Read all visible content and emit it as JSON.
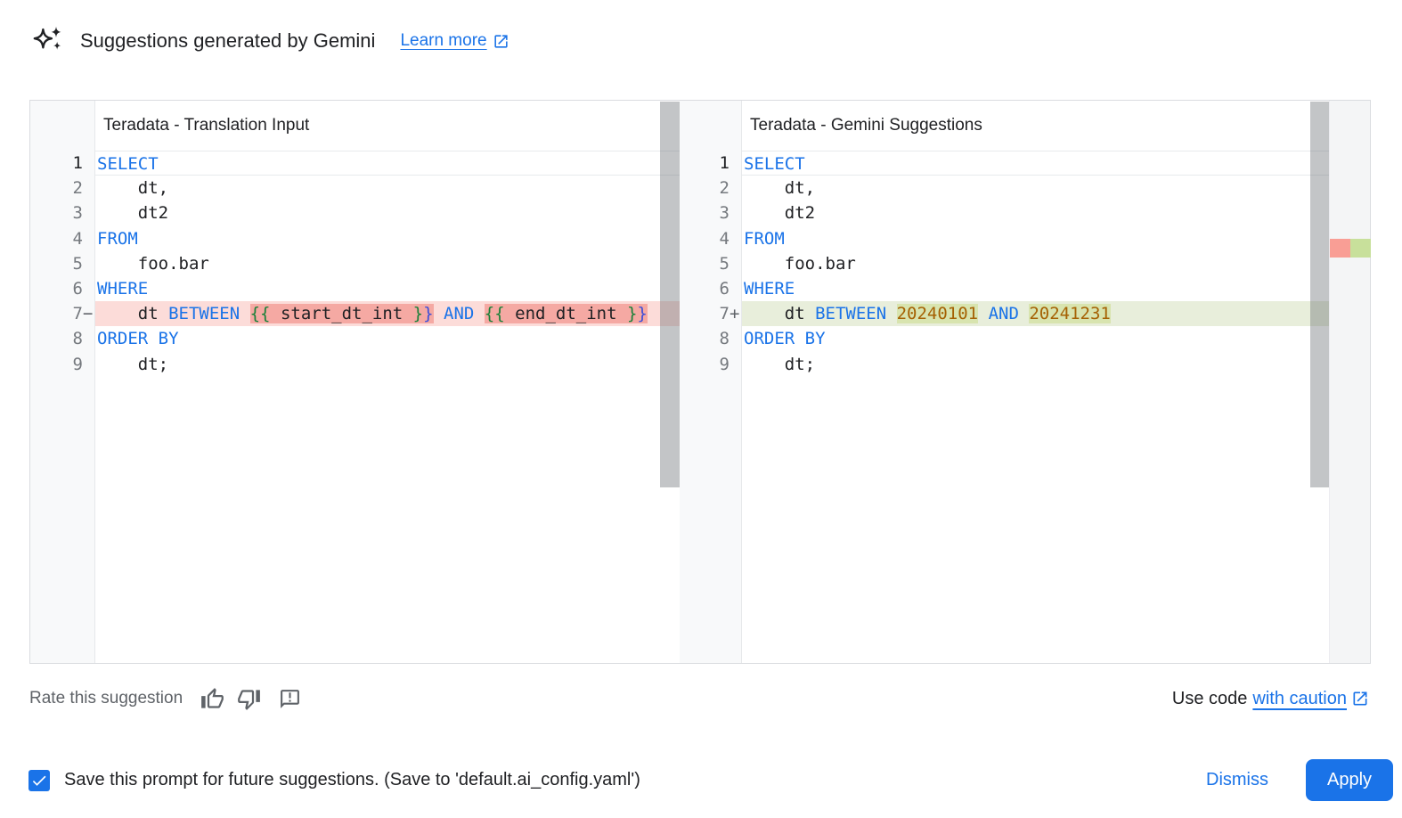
{
  "header": {
    "title": "Suggestions generated by Gemini",
    "learn_more_label": "Learn more"
  },
  "diff": {
    "left": {
      "title": "Teradata - Translation Input",
      "lines": [
        {
          "num": "1",
          "sign": "",
          "current": true,
          "segs": [
            {
              "t": "SELECT",
              "c": "kw"
            }
          ]
        },
        {
          "num": "2",
          "sign": "",
          "segs": [
            {
              "t": "    dt,",
              "c": "pl"
            }
          ]
        },
        {
          "num": "3",
          "sign": "",
          "segs": [
            {
              "t": "    dt2",
              "c": "pl"
            }
          ]
        },
        {
          "num": "4",
          "sign": "",
          "segs": [
            {
              "t": "FROM",
              "c": "kw"
            }
          ]
        },
        {
          "num": "5",
          "sign": "",
          "segs": [
            {
              "t": "    foo.bar",
              "c": "pl"
            }
          ]
        },
        {
          "num": "6",
          "sign": "",
          "segs": [
            {
              "t": "WHERE",
              "c": "kw"
            }
          ]
        },
        {
          "num": "7",
          "sign": "−",
          "type": "removed",
          "segs": [
            {
              "t": "    dt ",
              "c": "pl"
            },
            {
              "t": "BETWEEN",
              "c": "kw"
            },
            {
              "t": " ",
              "c": "pl"
            },
            {
              "t": "{{",
              "c": "bg",
              "hl": true
            },
            {
              "t": " start_dt_int ",
              "c": "pl",
              "hl": true
            },
            {
              "t": "}",
              "c": "bg",
              "hl": true
            },
            {
              "t": "}",
              "c": "bb",
              "hl": true
            },
            {
              "t": " ",
              "c": "pl"
            },
            {
              "t": "AND",
              "c": "kw"
            },
            {
              "t": " ",
              "c": "pl"
            },
            {
              "t": "{{",
              "c": "bg",
              "hl": true
            },
            {
              "t": " end_dt_int ",
              "c": "pl",
              "hl": true
            },
            {
              "t": "}",
              "c": "bg",
              "hl": true
            },
            {
              "t": "}",
              "c": "bb",
              "hl": true
            }
          ]
        },
        {
          "num": "8",
          "sign": "",
          "segs": [
            {
              "t": "ORDER BY",
              "c": "kw"
            }
          ]
        },
        {
          "num": "9",
          "sign": "",
          "segs": [
            {
              "t": "    dt;",
              "c": "pl"
            }
          ]
        }
      ]
    },
    "right": {
      "title": "Teradata - Gemini Suggestions",
      "lines": [
        {
          "num": "1",
          "sign": "",
          "current": true,
          "segs": [
            {
              "t": "SELECT",
              "c": "kw"
            }
          ]
        },
        {
          "num": "2",
          "sign": "",
          "segs": [
            {
              "t": "    dt,",
              "c": "pl"
            }
          ]
        },
        {
          "num": "3",
          "sign": "",
          "segs": [
            {
              "t": "    dt2",
              "c": "pl"
            }
          ]
        },
        {
          "num": "4",
          "sign": "",
          "segs": [
            {
              "t": "FROM",
              "c": "kw"
            }
          ]
        },
        {
          "num": "5",
          "sign": "",
          "segs": [
            {
              "t": "    foo.bar",
              "c": "pl"
            }
          ]
        },
        {
          "num": "6",
          "sign": "",
          "segs": [
            {
              "t": "WHERE",
              "c": "kw"
            }
          ]
        },
        {
          "num": "7",
          "sign": "+",
          "type": "added",
          "segs": [
            {
              "t": "    dt ",
              "c": "pl"
            },
            {
              "t": "BETWEEN",
              "c": "kw"
            },
            {
              "t": " ",
              "c": "pl"
            },
            {
              "t": "20240101",
              "c": "num",
              "hl": true
            },
            {
              "t": " ",
              "c": "pl"
            },
            {
              "t": "AND",
              "c": "kw"
            },
            {
              "t": " ",
              "c": "pl"
            },
            {
              "t": "20241231",
              "c": "num",
              "hl": true
            }
          ]
        },
        {
          "num": "8",
          "sign": "",
          "segs": [
            {
              "t": "ORDER BY",
              "c": "kw"
            }
          ]
        },
        {
          "num": "9",
          "sign": "",
          "segs": [
            {
              "t": "    dt;",
              "c": "pl"
            }
          ]
        }
      ]
    }
  },
  "rate": {
    "label": "Rate this suggestion"
  },
  "use_code": {
    "prefix": "Use code",
    "link": "with caution"
  },
  "save_prompt": {
    "checked": true,
    "label": "Save this prompt for future suggestions. (Save to 'default.ai_config.yaml')"
  },
  "actions": {
    "dismiss": "Dismiss",
    "apply": "Apply"
  },
  "icons": {
    "header": "gemini-sparkle-icon",
    "learn_more": "open-in-new-icon",
    "rate_buttons": [
      "thumb-up-icon",
      "thumb-down-icon",
      "feedback-icon"
    ],
    "use_code": "open-in-new-icon",
    "checkbox": "checkmark-icon"
  },
  "colors": {
    "accent_blue": "#1a73e8",
    "keyword": "#1a73e8",
    "number_literal": "#a56103",
    "brace_green": "#188038",
    "brace_blue": "#3b4eda",
    "removed_line_bg": "#fcdcd9",
    "removed_chunk_bg": "#f5a9a3",
    "added_line_bg": "#e8eedb",
    "added_chunk_bg": "#d8e4af",
    "ruler_removed": "#f99e95",
    "ruler_added": "#c8e09b",
    "gutter_bg": "#f8f9fa",
    "muted_text": "#5f6368"
  }
}
